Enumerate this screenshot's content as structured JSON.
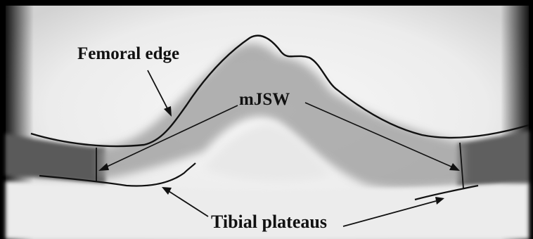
{
  "figure": {
    "labels": {
      "femoral_edge": "Femoral edge",
      "mjsw": "mJSW",
      "tibial_plateaus": "Tibial plateaus"
    }
  }
}
